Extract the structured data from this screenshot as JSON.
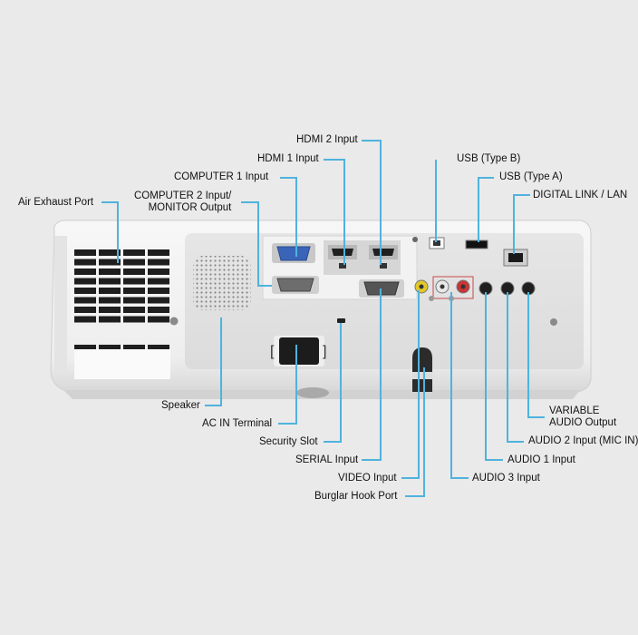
{
  "labels": {
    "hdmi2": "HDMI 2 Input",
    "hdmi1": "HDMI 1 Input",
    "computer1": "COMPUTER 1 Input",
    "computer2_line1": "COMPUTER 2 Input/",
    "computer2_line2": "MONITOR Output",
    "air_exhaust": "Air Exhaust Port",
    "usb_b": "USB (Type B)",
    "usb_a": "USB (Type A)",
    "digital_link": "DIGITAL LINK / LAN",
    "speaker": "Speaker",
    "ac_in": "AC IN Terminal",
    "security_slot": "Security Slot",
    "serial": "SERIAL Input",
    "video": "VIDEO Input",
    "burglar_hook": "Burglar Hook Port",
    "variable_audio_line1": "VARIABLE",
    "variable_audio_line2": "AUDIO Output",
    "audio2": "AUDIO 2 Input (MIC IN)",
    "audio1": "AUDIO 1 Input",
    "audio3": "AUDIO 3 Input"
  },
  "colors": {
    "background": "#eaeaea",
    "leader_line": "#4fb3dd",
    "projector_body": "#f4f4f4",
    "panel": "#e2e2e2"
  }
}
